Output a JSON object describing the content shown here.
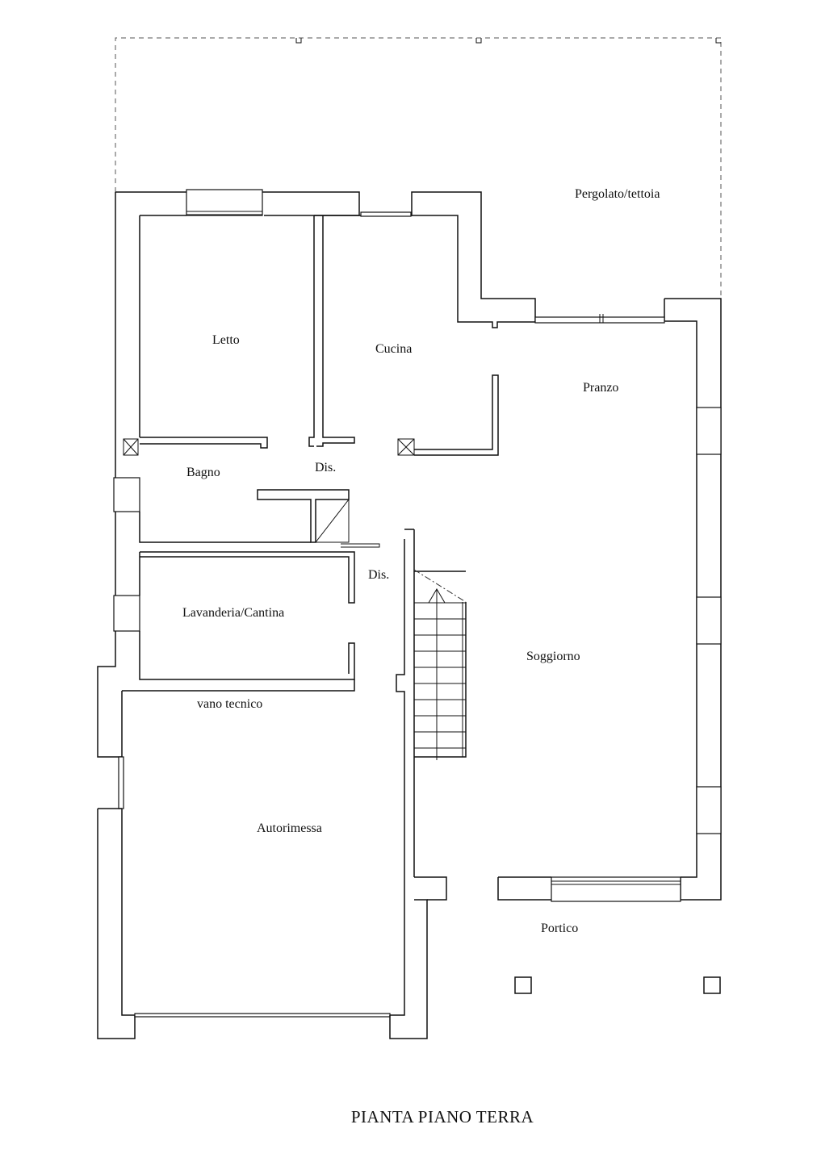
{
  "plan": {
    "title": "PIANTA PIANO TERRA",
    "rooms": {
      "pergolato": "Pergolato/tettoia",
      "letto": "Letto",
      "cucina": "Cucina",
      "pranzo": "Pranzo",
      "bagno": "Bagno",
      "dis_upper": "Dis.",
      "dis_lower": "Dis.",
      "lavanderia": "Lavanderia/Cantina",
      "soggiorno": "Soggiorno",
      "vano_tecnico": "vano tecnico",
      "autorimessa": "Autorimessa",
      "portico": "Portico"
    }
  },
  "colors": {
    "ink": "#111111",
    "paper": "#ffffff"
  }
}
